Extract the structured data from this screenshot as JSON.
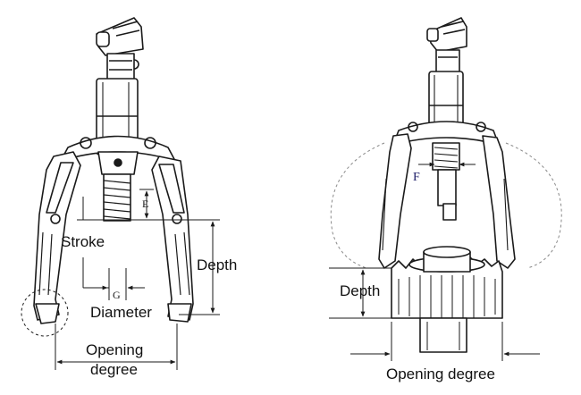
{
  "left_diagram": {
    "labels": {
      "stroke": "Stroke",
      "depth": "Depth",
      "diameter": "Diameter",
      "opening_line1": "Opening",
      "opening_line2": "degree",
      "e": "E",
      "g": "G"
    }
  },
  "right_diagram": {
    "labels": {
      "depth": "Depth",
      "opening": "Opening degree",
      "f": "F"
    }
  },
  "colors": {
    "line": "#1a1a1a",
    "paper": "#ffffff",
    "dashed": "#8a8a8a",
    "f_label": "#20206a"
  }
}
